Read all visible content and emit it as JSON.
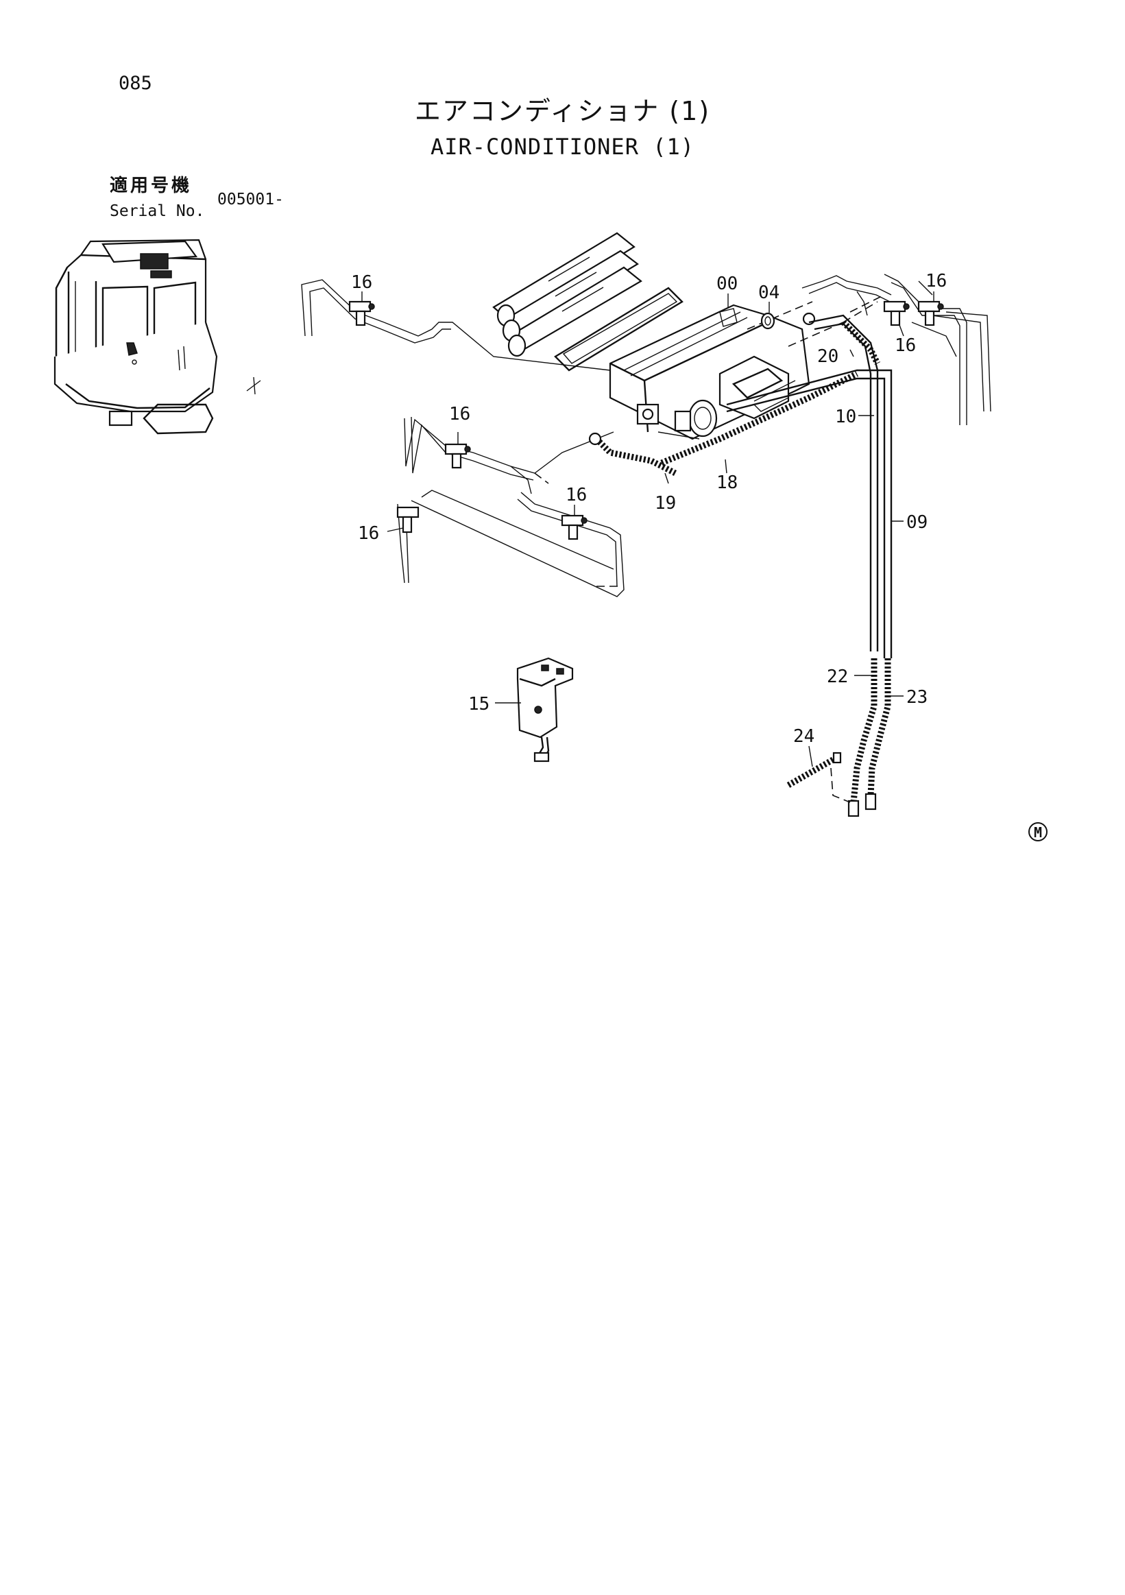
{
  "page_number": "085",
  "title_jp": "エアコンディショナ (1)",
  "title_en": "AIR-CONDITIONER (1)",
  "serial": {
    "label_jp": "適用号機",
    "label_en": "Serial No.",
    "value": "005001-"
  },
  "callouts": [
    {
      "id": "c16a",
      "label": "16"
    },
    {
      "id": "c00",
      "label": "00"
    },
    {
      "id": "c04",
      "label": "04"
    },
    {
      "id": "c16b",
      "label": "16"
    },
    {
      "id": "c16c",
      "label": "16"
    },
    {
      "id": "c20",
      "label": "20"
    },
    {
      "id": "c10",
      "label": "10"
    },
    {
      "id": "c16d",
      "label": "16"
    },
    {
      "id": "c19",
      "label": "19"
    },
    {
      "id": "c18",
      "label": "18"
    },
    {
      "id": "c16e",
      "label": "16"
    },
    {
      "id": "c16f",
      "label": "16"
    },
    {
      "id": "c09",
      "label": "09"
    },
    {
      "id": "c22",
      "label": "22"
    },
    {
      "id": "c23",
      "label": "23"
    },
    {
      "id": "c15",
      "label": "15"
    },
    {
      "id": "c24",
      "label": "24"
    }
  ],
  "mark": "M"
}
